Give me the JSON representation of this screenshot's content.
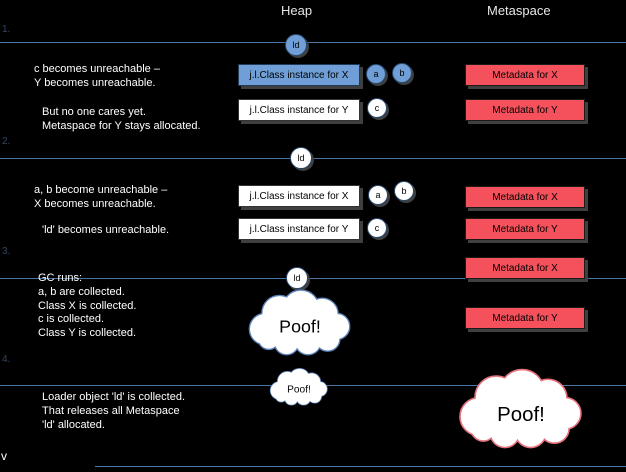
{
  "headers": {
    "heap": "Heap",
    "metaspace": "Metaspace"
  },
  "colors": {
    "live_blue": "#6f9fd6",
    "dead_white": "#ffffff",
    "metadata_red": "#f4515c",
    "divider_blue": "#4a74a4",
    "heap_cloud_border": "#5b82b8",
    "metaspace_cloud_border": "#e5737e"
  },
  "stage1": {
    "num": "1.",
    "note_a1": "c becomes unreachable –",
    "note_a2": "Y becomes unreachable.",
    "note_b1": "But no one cares yet.",
    "note_b2": "Metaspace for Y stays allocated.",
    "loader": "ld",
    "class_x": "j.l.Class instance for X",
    "class_y": "j.l.Class instance for Y",
    "obj_a": "a",
    "obj_b": "b",
    "obj_c": "c",
    "meta_x": "Metadata for X",
    "meta_y": "Metadata for Y"
  },
  "stage2": {
    "num": "2.",
    "note_a1": "a, b become unreachable –",
    "note_a2": "X becomes unreachable.",
    "note_b1": "'ld' becomes unreachable.",
    "loader": "ld",
    "class_x": "j.l.Class instance for X",
    "class_y": "j.l.Class instance for Y",
    "obj_a": "a",
    "obj_b": "b",
    "obj_c": "c",
    "meta_x": "Metadata for X",
    "meta_y": "Metadata for Y"
  },
  "stage3": {
    "num": "3.",
    "note1": "GC runs:",
    "note2": "a, b are collected.",
    "note3": "Class X is collected.",
    "note4": "c is collected.",
    "note5": "Class Y is collected.",
    "loader": "ld",
    "poof": "Poof!",
    "meta_x": "Metadata for X",
    "meta_y": "Metadata for Y"
  },
  "stage4": {
    "num": "4.",
    "note1": "Loader object 'ld' is collected.",
    "note2": "That releases all Metaspace",
    "note3": "'ld' allocated.",
    "poof_heap": "Poof!",
    "poof_meta": "Poof!"
  },
  "footer": {
    "nav": "v"
  }
}
